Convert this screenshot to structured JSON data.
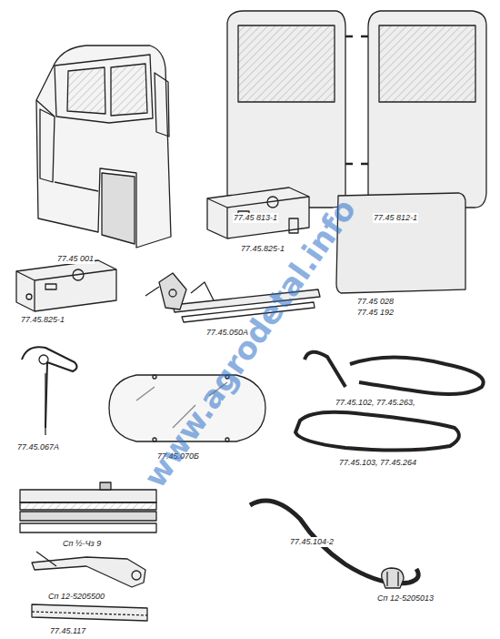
{
  "diagram": {
    "labels": [
      "77.45 001",
      "77.45 813-1",
      "77.45 812-1",
      "77.45.825-1",
      "77.45.825-1",
      "77.45.050А",
      "77.45 028",
      "77.45 192",
      "77.45.067А",
      "77.45.070Б",
      "77.45.102, 77.45.263,",
      "77.45.103, 77.45.264",
      "Сп ½-Чз 9",
      "77.45.104-2",
      "Сп 12-5205500",
      "77.45.117",
      "Сп 12-5205013",
      "www.agrodetal.info"
    ]
  }
}
